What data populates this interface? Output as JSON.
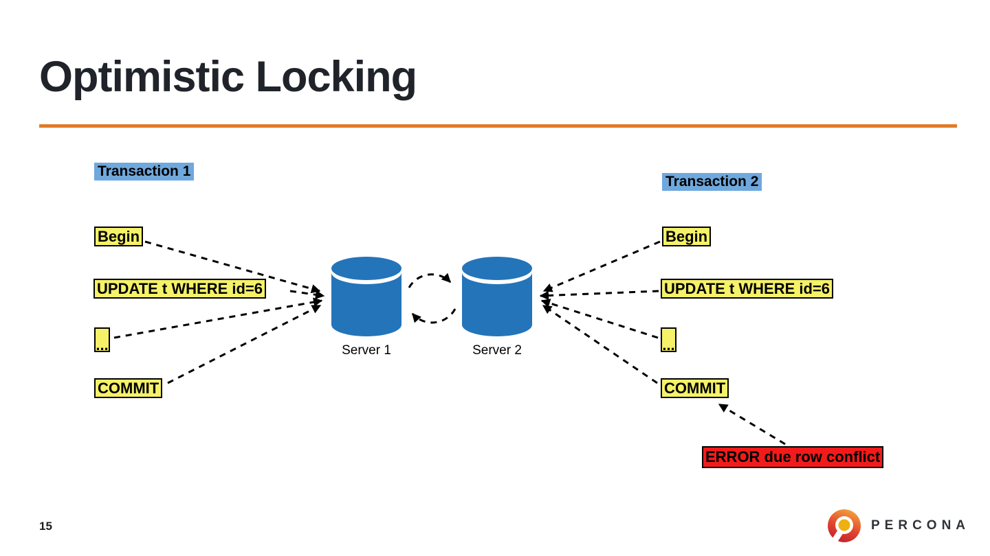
{
  "slide": {
    "title": "Optimistic Locking",
    "page_number": "15"
  },
  "colors": {
    "accent_orange": "#E17B26",
    "highlight_blue": "#6FA8DC",
    "highlight_yellow": "#F5F169",
    "error_red": "#F21B1B",
    "server_blue": "#2474BA"
  },
  "diagram": {
    "transaction1": {
      "title": "Transaction 1",
      "steps": {
        "begin": "Begin",
        "update": "UPDATE t WHERE id=6",
        "ellipsis": "...",
        "commit": "COMMIT"
      }
    },
    "transaction2": {
      "title": "Transaction 2",
      "steps": {
        "begin": "Begin",
        "update": "UPDATE t WHERE id=6",
        "ellipsis": "...",
        "commit": "COMMIT"
      }
    },
    "servers": {
      "server1": "Server 1",
      "server2": "Server 2"
    },
    "error": "ERROR due row conflict"
  },
  "footer": {
    "brand": "PERCONA"
  }
}
